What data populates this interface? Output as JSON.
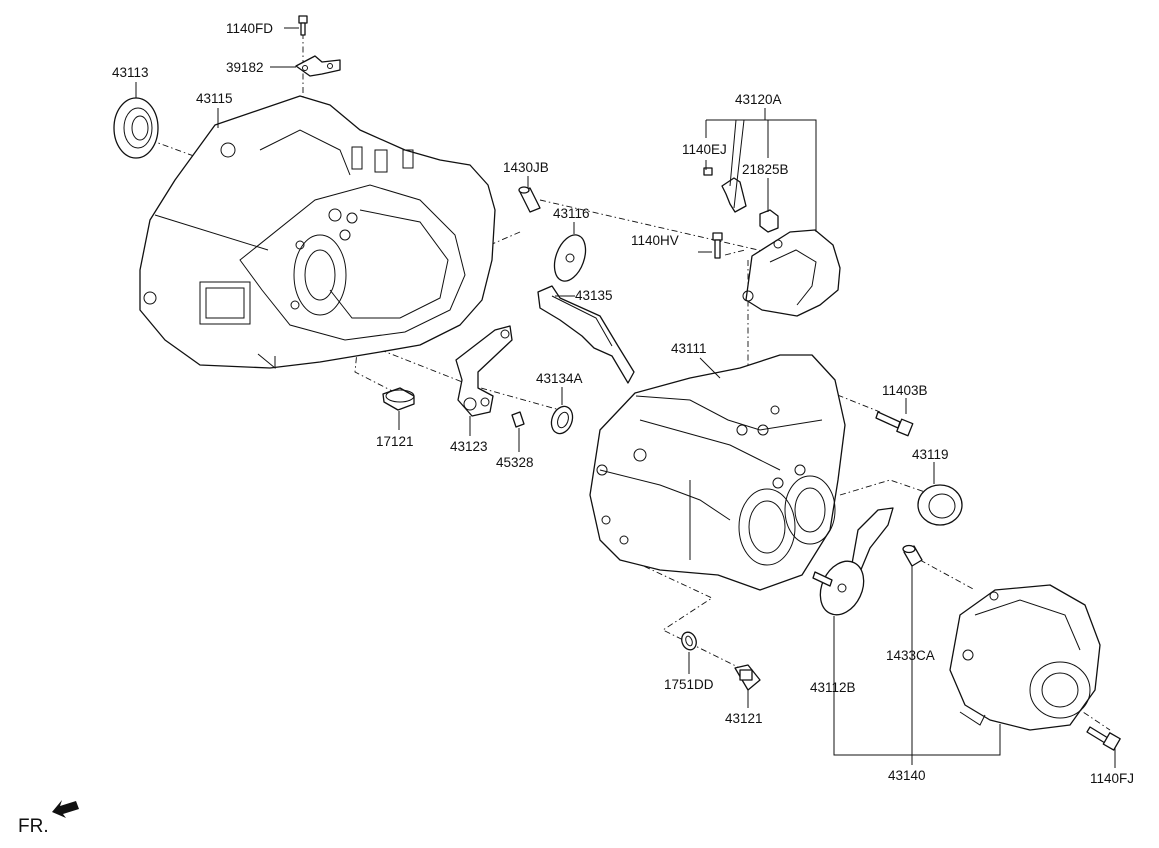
{
  "diagram": {
    "orientation_label": "FR.",
    "labels": {
      "p1140FD": "1140FD",
      "p39182": "39182",
      "p43113": "43113",
      "p43115": "43115",
      "p1430JB": "1430JB",
      "p43116": "43116",
      "p43135": "43135",
      "p43134A": "43134A",
      "p17121": "17121",
      "p43123": "43123",
      "p45328": "45328",
      "p43120A": "43120A",
      "p1140EJ": "1140EJ",
      "p21825B": "21825B",
      "p1140HV": "1140HV",
      "p43111": "43111",
      "p11403B": "11403B",
      "p43119": "43119",
      "p1751DD": "1751DD",
      "p43121": "43121",
      "p43112B": "43112B",
      "p1433CA": "1433CA",
      "p43140": "43140",
      "p1140FJ": "1140FJ"
    }
  }
}
